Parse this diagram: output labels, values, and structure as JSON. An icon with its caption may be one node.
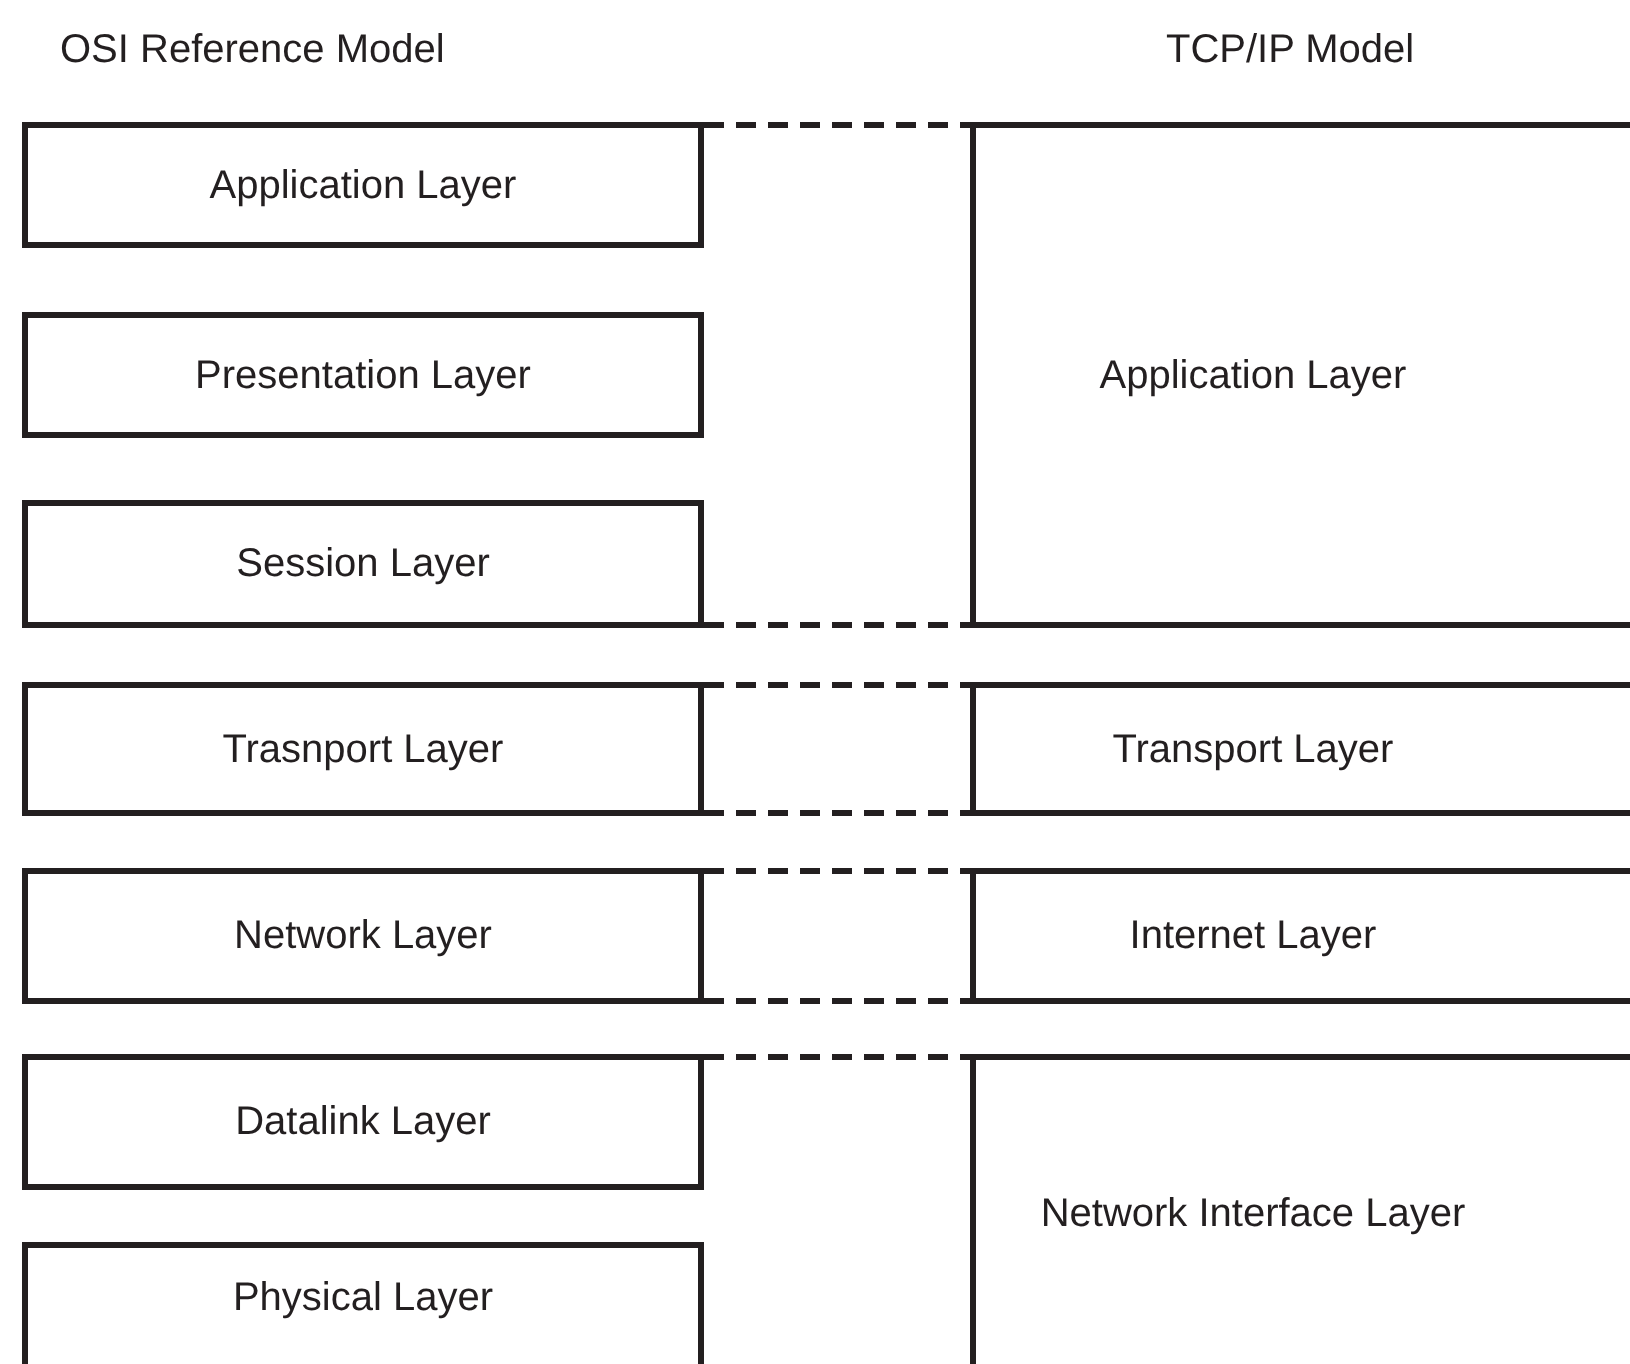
{
  "diagram": {
    "nodes": [
      {
        "text": [
          "Application Layer"
        ]
      },
      {
        "text": [
          "Presentation Layer"
        ]
      },
      {
        "text": [
          "Session Layer"
        ]
      },
      {
        "text": [
          "Trasnport Layer"
        ]
      },
      {
        "text": [
          "Network Layer"
        ]
      },
      {
        "text": [
          "Datalink Layer"
        ]
      },
      {
        "text": [
          "Physical Layer"
        ]
      },
      {
        "text": [
          "Application Layer"
        ]
      },
      {
        "text": [
          "Transport Layer"
        ]
      },
      {
        "text": [
          "Internet Layer"
        ]
      },
      {
        "text": [
          "Network Interface Layer"
        ]
      }
    ],
    "edges": [
      {
        "from": 0,
        "to": 7,
        "arrow": "none",
        "style": "dashed"
      },
      {
        "from": 2,
        "to": 7,
        "arrow": "none",
        "style": "dashed"
      },
      {
        "from": 3,
        "to": 8,
        "arrow": "none",
        "style": "dashed"
      },
      {
        "from": 3,
        "to": 8,
        "arrow": "none",
        "style": "dashed"
      },
      {
        "from": 4,
        "to": 9,
        "arrow": "none",
        "style": "dashed"
      },
      {
        "from": 4,
        "to": 9,
        "arrow": "none",
        "style": "dashed"
      },
      {
        "from": 5,
        "to": 10,
        "arrow": "none",
        "style": "dashed"
      }
    ],
    "labels": [
      "OSI Reference Model",
      "TCP/IP Model"
    ]
  }
}
